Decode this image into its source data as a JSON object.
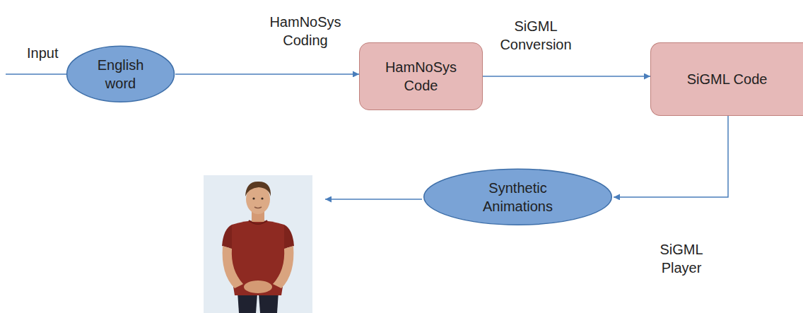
{
  "diagram": {
    "nodes": [
      {
        "text": [
          "English word"
        ]
      },
      {
        "text": [
          "HamNoSys Code"
        ]
      },
      {
        "text": [
          "SiGML Code"
        ]
      },
      {
        "text": [
          "Synthetic Animations"
        ]
      }
    ],
    "edges": [
      {
        "from": 0,
        "to": 1,
        "label": "HamNoSys Coding",
        "arrow": "to"
      },
      {
        "from": 1,
        "to": 2,
        "label": "SiGML Conversion",
        "arrow": "to"
      },
      {
        "from": 2,
        "to": 3,
        "label": "SiGML Player",
        "arrow": "to"
      }
    ],
    "labels": [
      "Input"
    ]
  }
}
